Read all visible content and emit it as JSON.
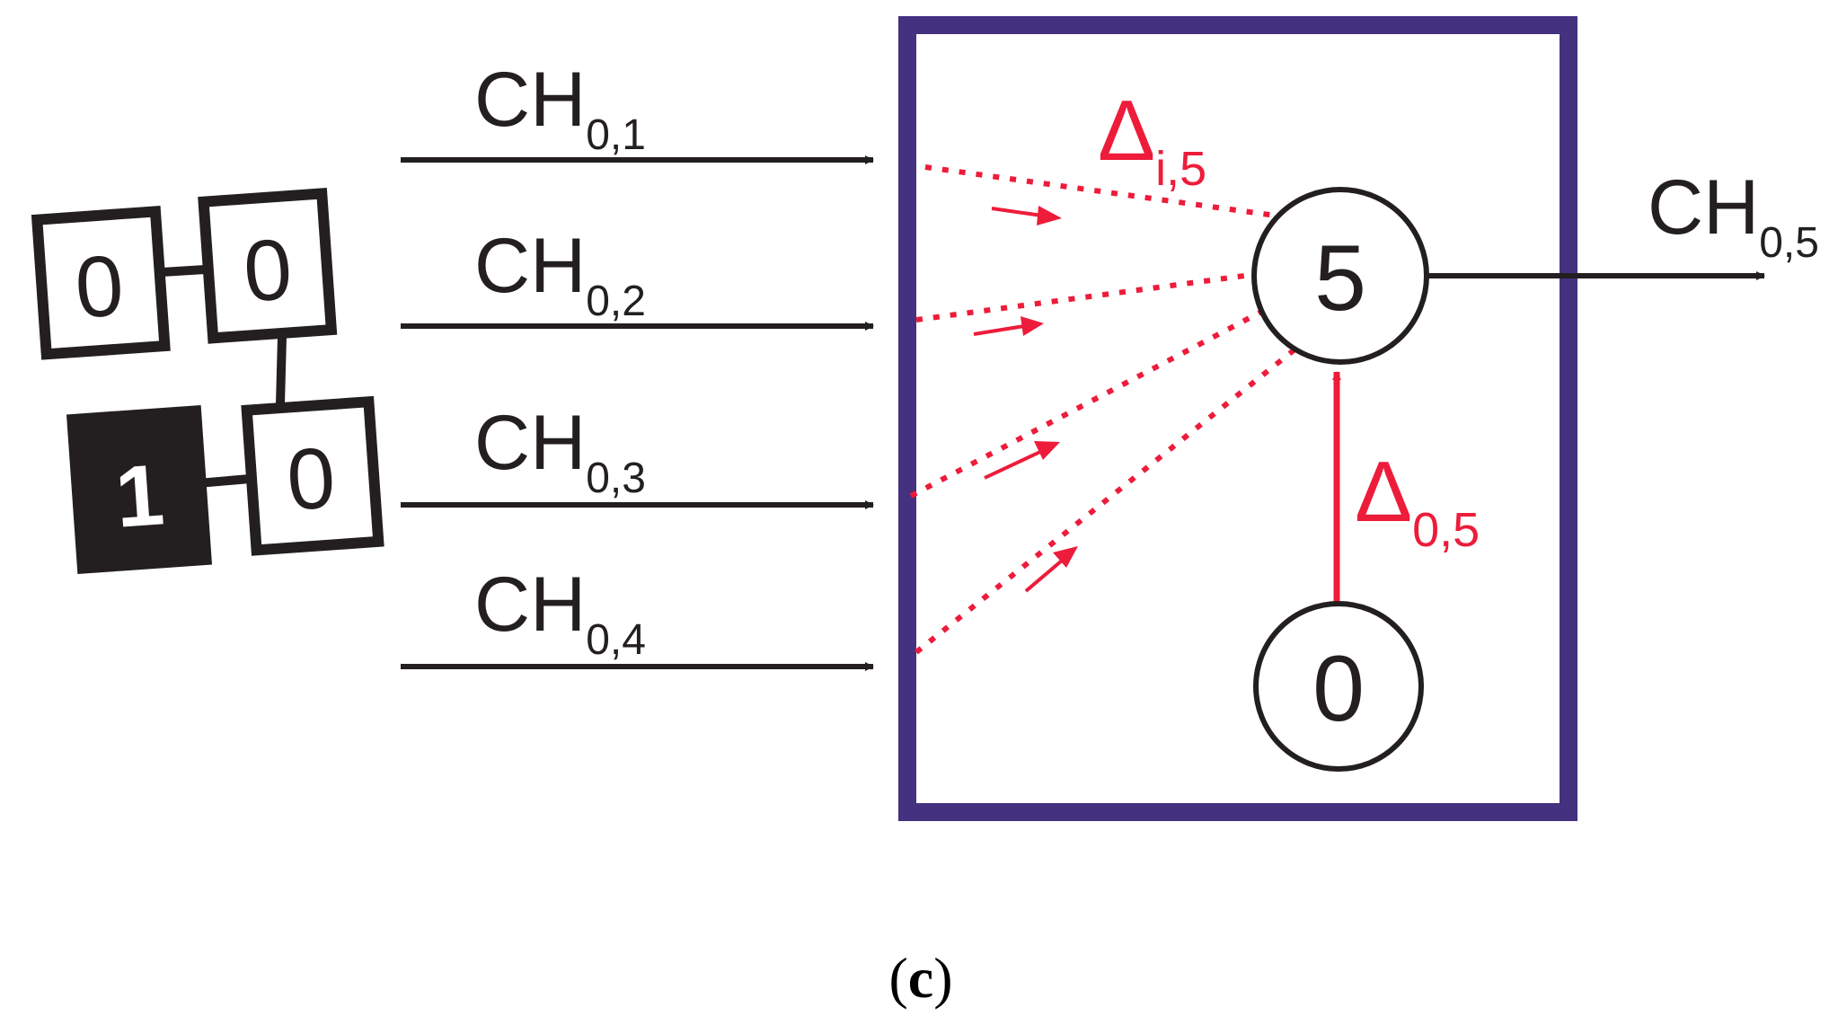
{
  "colors": {
    "ink": "#231f20",
    "accent_red": "#ed1c3a",
    "frame_purple": "#44317f",
    "white": "#ffffff"
  },
  "channels": [
    {
      "main": "CH",
      "sub": "0,1"
    },
    {
      "main": "CH",
      "sub": "0,2"
    },
    {
      "main": "CH",
      "sub": "0,3"
    },
    {
      "main": "CH",
      "sub": "0,4"
    }
  ],
  "output_channel": {
    "main": "CH",
    "sub": "0,5"
  },
  "nodes": {
    "node_5": "5",
    "node_0": "0"
  },
  "deltas": {
    "delta_i5": {
      "symbol": "Δ",
      "sub": "i,5"
    },
    "delta_05": {
      "symbol": "Δ",
      "sub": "0,5"
    }
  },
  "squares": [
    {
      "value": "0",
      "filled": false
    },
    {
      "value": "0",
      "filled": false
    },
    {
      "value": "1",
      "filled": true
    },
    {
      "value": "0",
      "filled": false
    }
  ],
  "caption": {
    "open": "(",
    "letter": "c",
    "close": ")"
  }
}
